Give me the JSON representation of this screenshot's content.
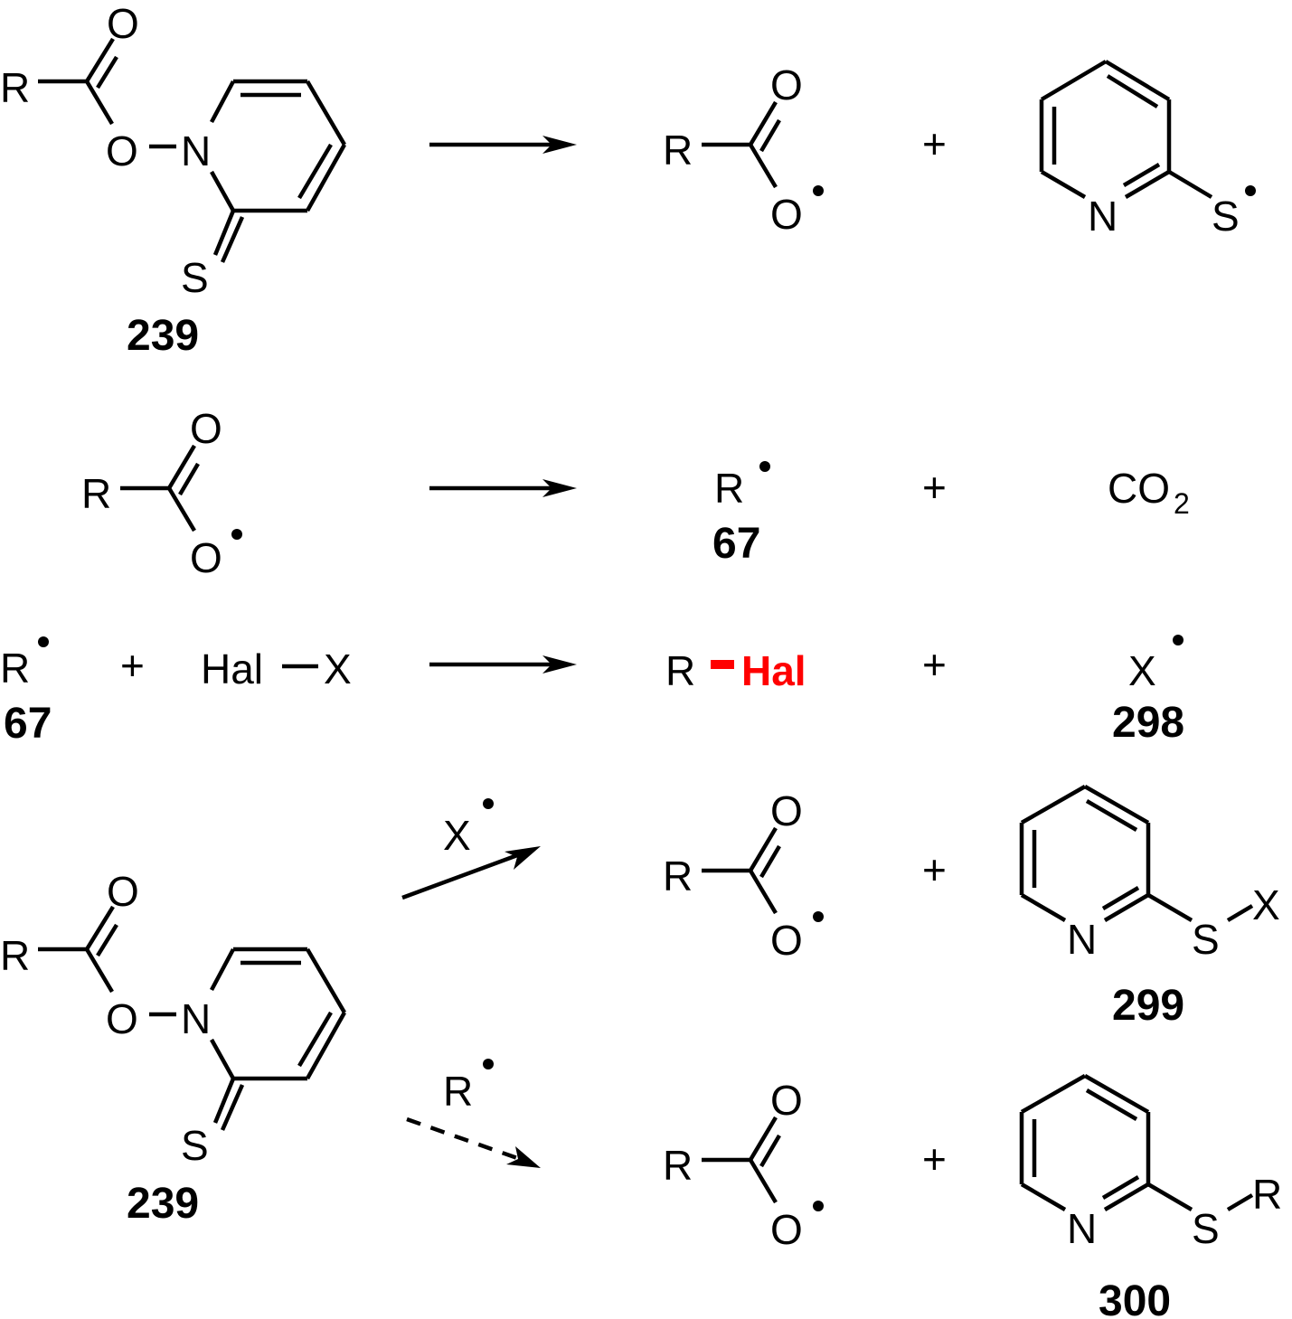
{
  "figure": {
    "description": "Barton decarboxylative halogenation mechanism",
    "compounds": {
      "barton_ester": {
        "label": "239",
        "atoms": [
          "R",
          "O",
          "O",
          "N",
          "S"
        ]
      },
      "alkyl_radical": {
        "label": "67",
        "text": "R"
      },
      "halogen_radical": {
        "label": "298",
        "text": "X"
      },
      "pyridyl_thioether_x": {
        "label": "299",
        "atoms": [
          "N",
          "S",
          "X"
        ]
      },
      "pyridyl_thioether_r": {
        "label": "300",
        "atoms": [
          "N",
          "S",
          "R"
        ]
      }
    },
    "rows": [
      {
        "reactants": [
          "239"
        ],
        "products": [
          "RCO2•",
          "2-pyridylthiyl radical"
        ],
        "arrow": "solid"
      },
      {
        "reactants": [
          "RCO2•"
        ],
        "products": [
          "R• (67)",
          "CO2"
        ],
        "arrow": "solid"
      },
      {
        "reactants": [
          "R• (67)",
          "Hal–X"
        ],
        "products": [
          "R–Hal",
          "X• (298)"
        ],
        "arrow": "solid"
      },
      {
        "reactants": [
          "239"
        ],
        "reagent": "X•",
        "products": [
          "RCO2•",
          "299"
        ],
        "arrow": "solid"
      },
      {
        "reactants": [
          "239"
        ],
        "reagent": "R•",
        "products": [
          "RCO2•",
          "300"
        ],
        "arrow": "dashed"
      }
    ],
    "text": {
      "R": "R",
      "O": "O",
      "N": "N",
      "S": "S",
      "X": "X",
      "plus": "+",
      "co2_c": "CO",
      "co2_sub": "2",
      "hal": "Hal",
      "hal_x_hal": "Hal",
      "hal_x_x": "X",
      "label_239": "239",
      "label_67": "67",
      "label_298": "298",
      "label_299": "299",
      "label_300": "300"
    },
    "colors": {
      "highlight": "#ff0000",
      "ink": "#000000"
    }
  }
}
